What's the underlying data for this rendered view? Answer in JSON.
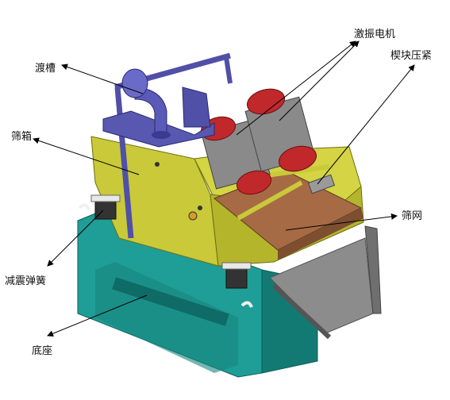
{
  "labels": {
    "trough": "渡槽",
    "vibration_motor": "激振电机",
    "block_clamp": "楔块压紧",
    "screen_box": "筛箱",
    "screen_mesh": "筛网",
    "damping_spring": "减震弹簧",
    "base": "底座"
  },
  "colors": {
    "base": "#1e9e96",
    "base_dark": "#137a73",
    "screen_box": "#c9c93a",
    "screen_box_dark": "#9a9a22",
    "mesh": "#a66a45",
    "motor_red": "#c0282c",
    "motor_gray": "#8a8a8a",
    "frame_blue": "#5050a8",
    "chute_gray": "#8c8c8c",
    "leader_line": "#000000"
  }
}
